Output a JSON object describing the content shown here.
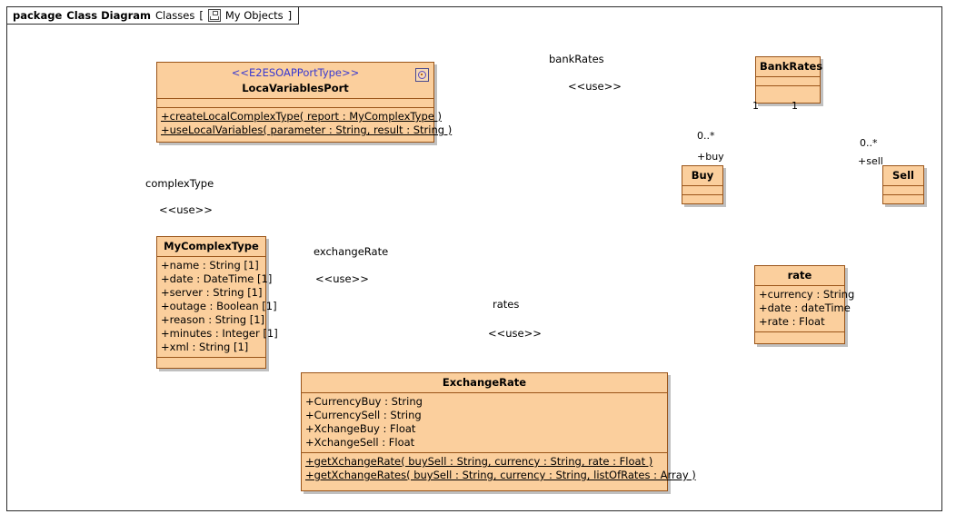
{
  "frame": {
    "keyword": "package",
    "name": "Class Diagram",
    "classifier": "Classes",
    "bracket_open": "[",
    "bracket_close": "]",
    "qualifier": "My Objects",
    "icon": "package-objects-icon"
  },
  "colors": {
    "class_fill": "#fbcf9d",
    "class_border": "#9a5418",
    "stereotype_text": "#3a3ad0",
    "connector": "#6b6b6b",
    "frame_border": "#2b2b2b"
  },
  "classes": {
    "port": {
      "stereotype": "<<E2ESOAPPortType>>",
      "name": "LocaVariablesPort",
      "icon": "interface-port-icon",
      "attributes": [],
      "operations": [
        "+createLocalComplexType( report : MyComplexType )",
        "+useLocalVariables( parameter : String, result : String )"
      ]
    },
    "my_complex_type": {
      "name": "MyComplexType",
      "attributes": [
        "+name : String [1]",
        "+date : DateTime [1]",
        "+server : String [1]",
        "+outage : Boolean [1]",
        "+reason : String [1]",
        "+minutes : Integer [1]",
        "+xml : String [1]"
      ],
      "operations": []
    },
    "exchange_rate": {
      "name": "ExchangeRate",
      "attributes": [
        "+CurrencyBuy : String",
        "+CurrencySell : String",
        "+XchangeBuy : Float",
        "+XchangeSell : Float"
      ],
      "operations": [
        "+getXchangeRate( buySell : String, currency : String, rate : Float )",
        "+getXchangeRates( buySell : String, currency : String, listOfRates : Array )"
      ]
    },
    "bank_rates": {
      "name": "BankRates",
      "attributes": [],
      "operations": []
    },
    "buy": {
      "name": "Buy",
      "attributes": [],
      "operations": []
    },
    "sell": {
      "name": "Sell",
      "attributes": [],
      "operations": []
    },
    "rate": {
      "name": "rate",
      "attributes": [
        "+currency : String",
        "+date : dateTime",
        "+rate : Float"
      ],
      "operations": []
    }
  },
  "connectors": {
    "bank_rates_use": {
      "name": "bankRates",
      "stereotype": "<<use>>"
    },
    "rates_use": {
      "name": "rates",
      "stereotype": "<<use>>"
    },
    "complex_type_use": {
      "name": "complexType",
      "stereotype": "<<use>>"
    },
    "exchange_rate_use": {
      "name": "exchangeRate",
      "stereotype": "<<use>>"
    },
    "buy_assoc": {
      "source_mult": "1",
      "target_mult": "0..*",
      "role": "+buy"
    },
    "sell_assoc": {
      "source_mult": "1",
      "target_mult": "0..*",
      "role": "+sell"
    }
  }
}
